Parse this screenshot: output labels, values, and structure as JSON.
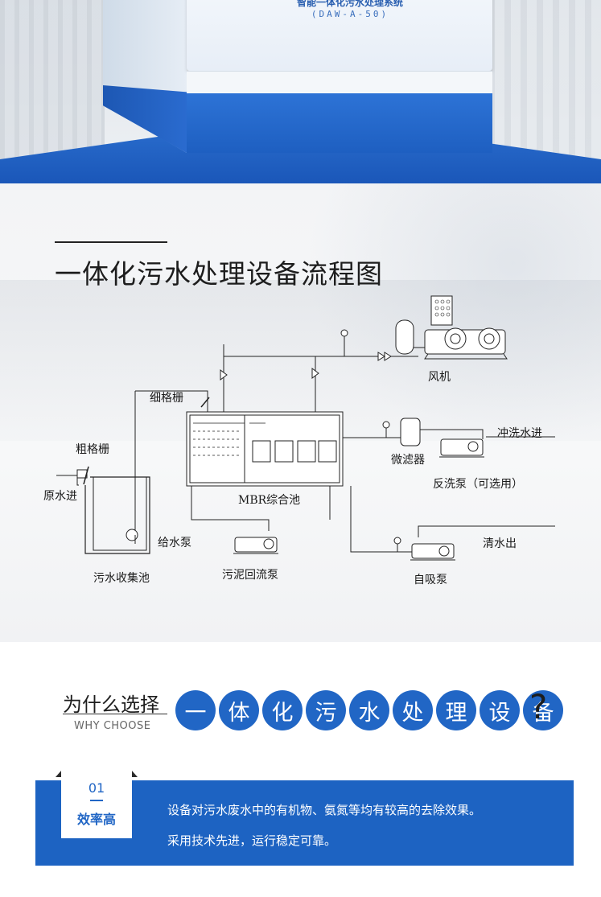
{
  "hero": {
    "product_name": "智能一体化污水处理系统",
    "model": "(DAW-A-50)"
  },
  "flow_section": {
    "title": "一体化污水处理设备流程图",
    "labels": {
      "blower": "风机",
      "fine_screen": "细格栅",
      "coarse_screen": "粗格栅",
      "raw_water_in": "原水进",
      "micro_filter": "微滤器",
      "flush_water_in": "冲洗水进",
      "backwash_pump": "反洗泵（可选用）",
      "mbr_tank": "MBR综合池",
      "feed_pump": "给水泵",
      "clear_water_out": "清水出",
      "collection_tank": "污水收集池",
      "sludge_return_pump": "污泥回流泵",
      "self_priming_pump": "自吸泵"
    }
  },
  "why_section": {
    "question_prefix": "为什么选择",
    "subtitle": "WHY CHOOSE",
    "highlight_chars": [
      "一",
      "体",
      "化",
      "污",
      "水",
      "处",
      "理",
      "设",
      "备"
    ],
    "question_mark": "?"
  },
  "features": [
    {
      "number": "01",
      "name": "效率高",
      "lines": [
        "设备对污水废水中的有机物、氨氮等均有较高的去除效果。",
        "采用技术先进，运行稳定可靠。"
      ]
    }
  ],
  "colors": {
    "brand_blue": "#1d63c2",
    "circle_blue": "#2166c5"
  }
}
